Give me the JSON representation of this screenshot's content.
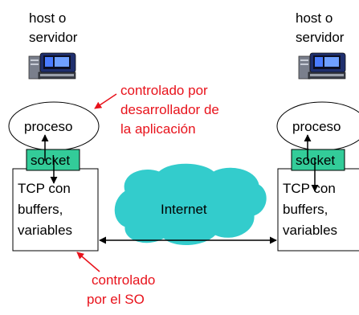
{
  "left_host": {
    "label_line1": "host o",
    "label_line2": "servidor",
    "icon": "computer-icon",
    "process_label": "proceso",
    "socket_label": "socket",
    "tcp_line1": "TCP con",
    "tcp_line2": "buffers,",
    "tcp_line3": "variables"
  },
  "right_host": {
    "label_line1": "host o",
    "label_line2": "servidor",
    "icon": "computer-icon",
    "process_label": "proceso",
    "socket_label": "socket",
    "tcp_line1": "TCP con",
    "tcp_line2": "buffers,",
    "tcp_line3": "variables"
  },
  "network": {
    "label": "Internet",
    "cloud_color": "#33cccc"
  },
  "annotations": {
    "developer_line1": "controlado por",
    "developer_line2": "desarrollador de",
    "developer_line3": "la aplicación",
    "os_line1": "controlado",
    "os_line2": "por el SO",
    "color": "#e8121b"
  },
  "colors": {
    "socket": "#33cc99",
    "cloud": "#33cccc",
    "annotation": "#e8121b"
  }
}
